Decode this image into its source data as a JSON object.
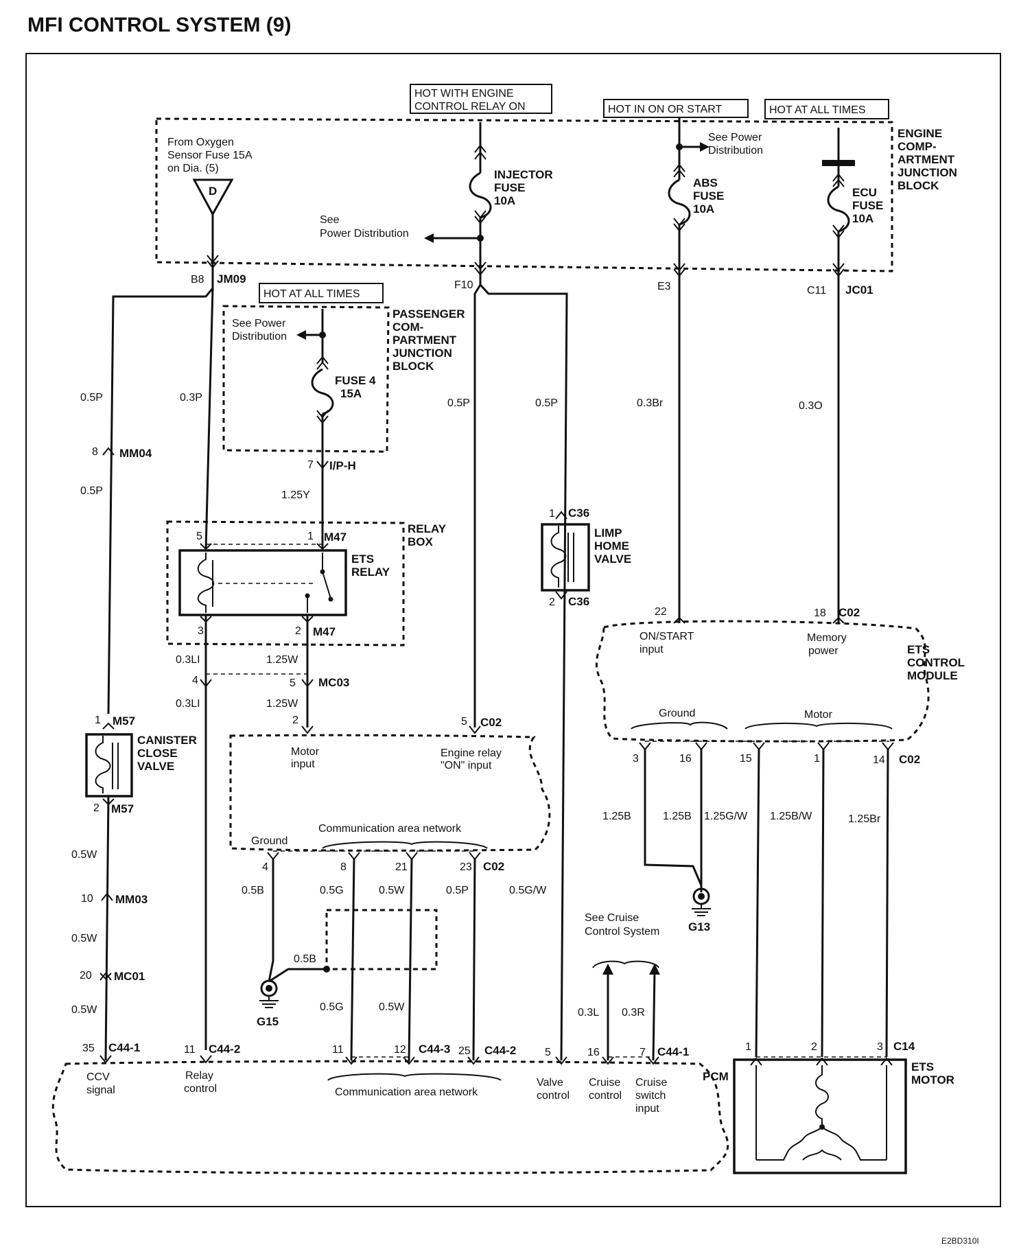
{
  "title": "MFI CONTROL SYSTEM (9)",
  "figure_code": "E2BD310I",
  "hot_labels": {
    "engine_relay": [
      "HOT WITH ENGINE",
      "CONTROL RELAY ON"
    ],
    "on_start": "HOT IN ON OR START",
    "all_times_top": "HOT AT ALL TIMES",
    "all_times_pass": "HOT AT ALL TIMES"
  },
  "blocks": {
    "engine_jb": [
      "ENGINE",
      "COMP-",
      "ARTMENT",
      "JUNCTION",
      "BLOCK"
    ],
    "passenger_jb": [
      "PASSENGER",
      "COM-",
      "PARTMENT",
      "JUNCTION",
      "BLOCK"
    ],
    "relay_box": [
      "RELAY",
      "BOX"
    ],
    "ets_relay": [
      "ETS",
      "RELAY"
    ],
    "limp_home": [
      "LIMP",
      "HOME",
      "VALVE"
    ],
    "ets_module": [
      "ETS",
      "CONTROL",
      "MODULE"
    ],
    "canister": [
      "CANISTER",
      "CLOSE",
      "VALVE"
    ],
    "pcm": "PCM",
    "ets_motor": [
      "ETS",
      "MOTOR"
    ]
  },
  "fuses": {
    "injector": [
      "INJECTOR",
      "FUSE",
      "10A"
    ],
    "abs": [
      "ABS",
      "FUSE",
      "10A"
    ],
    "ecu": [
      "ECU",
      "FUSE",
      "10A"
    ],
    "fuse4": [
      "FUSE 4",
      "15A"
    ]
  },
  "notes": {
    "oxygen": [
      "From Oxygen",
      "Sensor Fuse 15A",
      "on Dia. (5)"
    ],
    "oxygen_ref": "D",
    "see_power_center": [
      "See",
      "Power Distribution"
    ],
    "see_power_abs": [
      "See Power",
      "Distribution"
    ],
    "see_power_pass": [
      "See Power",
      "Distribution"
    ],
    "see_cruise": [
      "See Cruise",
      "Control System"
    ]
  },
  "module_pins": {
    "on_start": [
      "ON/START",
      "input"
    ],
    "memory": [
      "Memory",
      "power"
    ],
    "ground": "Ground",
    "motor": "Motor",
    "motor_input": [
      "Motor",
      "input"
    ],
    "engine_relay_on": [
      "Engine relay",
      "\"ON\" input"
    ],
    "ground2": "Ground",
    "can": "Communication area network",
    "ccv": [
      "CCV",
      "signal"
    ],
    "relay_control": [
      "Relay",
      "control"
    ],
    "can_pcm": "Communication area network",
    "valve_control": [
      "Valve",
      "control"
    ],
    "cruise_control": [
      "Cruise",
      "control"
    ],
    "cruise_switch": [
      "Cruise",
      "switch",
      "input"
    ]
  },
  "connectors": {
    "jm09": "JM09",
    "b8": "B8",
    "f10": "F10",
    "e3": "E3",
    "c11": "C11",
    "jc01": "JC01",
    "mm04": "MM04",
    "mm04_pin": "8",
    "iph": "I/P-H",
    "iph_pin": "7",
    "m47_top": "M47",
    "m47_top_pin5": "5",
    "m47_top_pin1": "1",
    "m47_bot": "M47",
    "m47_bot_pin3": "3",
    "m47_bot_pin2": "2",
    "c36_top": "C36",
    "c36_top_pin": "1",
    "c36_bot": "C36",
    "c36_bot_pin": "2",
    "c02_a": "C02",
    "c02_a_p22": "22",
    "c02_a_p18": "18",
    "mc03": "MC03",
    "mc03_p4": "4",
    "mc03_p5": "5",
    "m57_top": "M57",
    "m57_top_pin": "1",
    "m57_bot": "M57",
    "m57_bot_pin": "2",
    "c02_b": "C02",
    "c02_b_p2": "2",
    "c02_b_p5": "5",
    "c02_c": "C02",
    "c02_c_p3": "3",
    "c02_c_p16": "16",
    "c02_c_p15": "15",
    "c02_c_p1": "1",
    "c02_c_p14": "14",
    "c02_d": "C02",
    "c02_d_p4": "4",
    "c02_d_p8": "8",
    "c02_d_p21": "21",
    "c02_d_p23": "23",
    "mm03": "MM03",
    "mm03_pin": "10",
    "mc01": "MC01",
    "mc01_pin": "20",
    "c44_1a": "C44-1",
    "c44_1a_pin": "35",
    "c44_2a": "C44-2",
    "c44_2a_pin": "11",
    "c44_3": "C44-3",
    "c44_3_p11": "11",
    "c44_3_p12": "12",
    "c44_2b": "C44-2",
    "c44_2b_pin": "25",
    "pcm_p5": "5",
    "c44_1b": "C44-1",
    "c44_1b_p16": "16",
    "c44_1b_p7": "7",
    "c14": "C14",
    "c14_p1": "1",
    "c14_p2": "2",
    "c14_p3": "3",
    "g13": "G13",
    "g15": "G15"
  },
  "wires": {
    "w05p_left1": "0.5P",
    "w05p_left2": "0.5P",
    "w03p": "0.3P",
    "w125y": "1.25Y",
    "w05p_center": "0.5P",
    "w05p_right": "0.5P",
    "w03br": "0.3Br",
    "w03o": "0.3O",
    "w03li_1": "0.3LI",
    "w125w_1": "1.25W",
    "w03li_2": "0.3LI",
    "w125w_2": "1.25W",
    "w125b_1": "1.25B",
    "w125b_2": "1.25B",
    "w125gw": "1.25G/W",
    "w125bw": "1.25B/W",
    "w125br": "1.25Br",
    "w05w_1": "0.5W",
    "w05w_2": "0.5W",
    "w05w_3": "0.5W",
    "w05b_1": "0.5B",
    "w05b_2": "0.5B",
    "w05g_1": "0.5G",
    "w05w_4": "0.5W",
    "w05p_low": "0.5P",
    "w05gw": "0.5G/W",
    "w05g_2": "0.5G",
    "w05w_5": "0.5W",
    "w03l": "0.3L",
    "w03r": "0.3R"
  }
}
